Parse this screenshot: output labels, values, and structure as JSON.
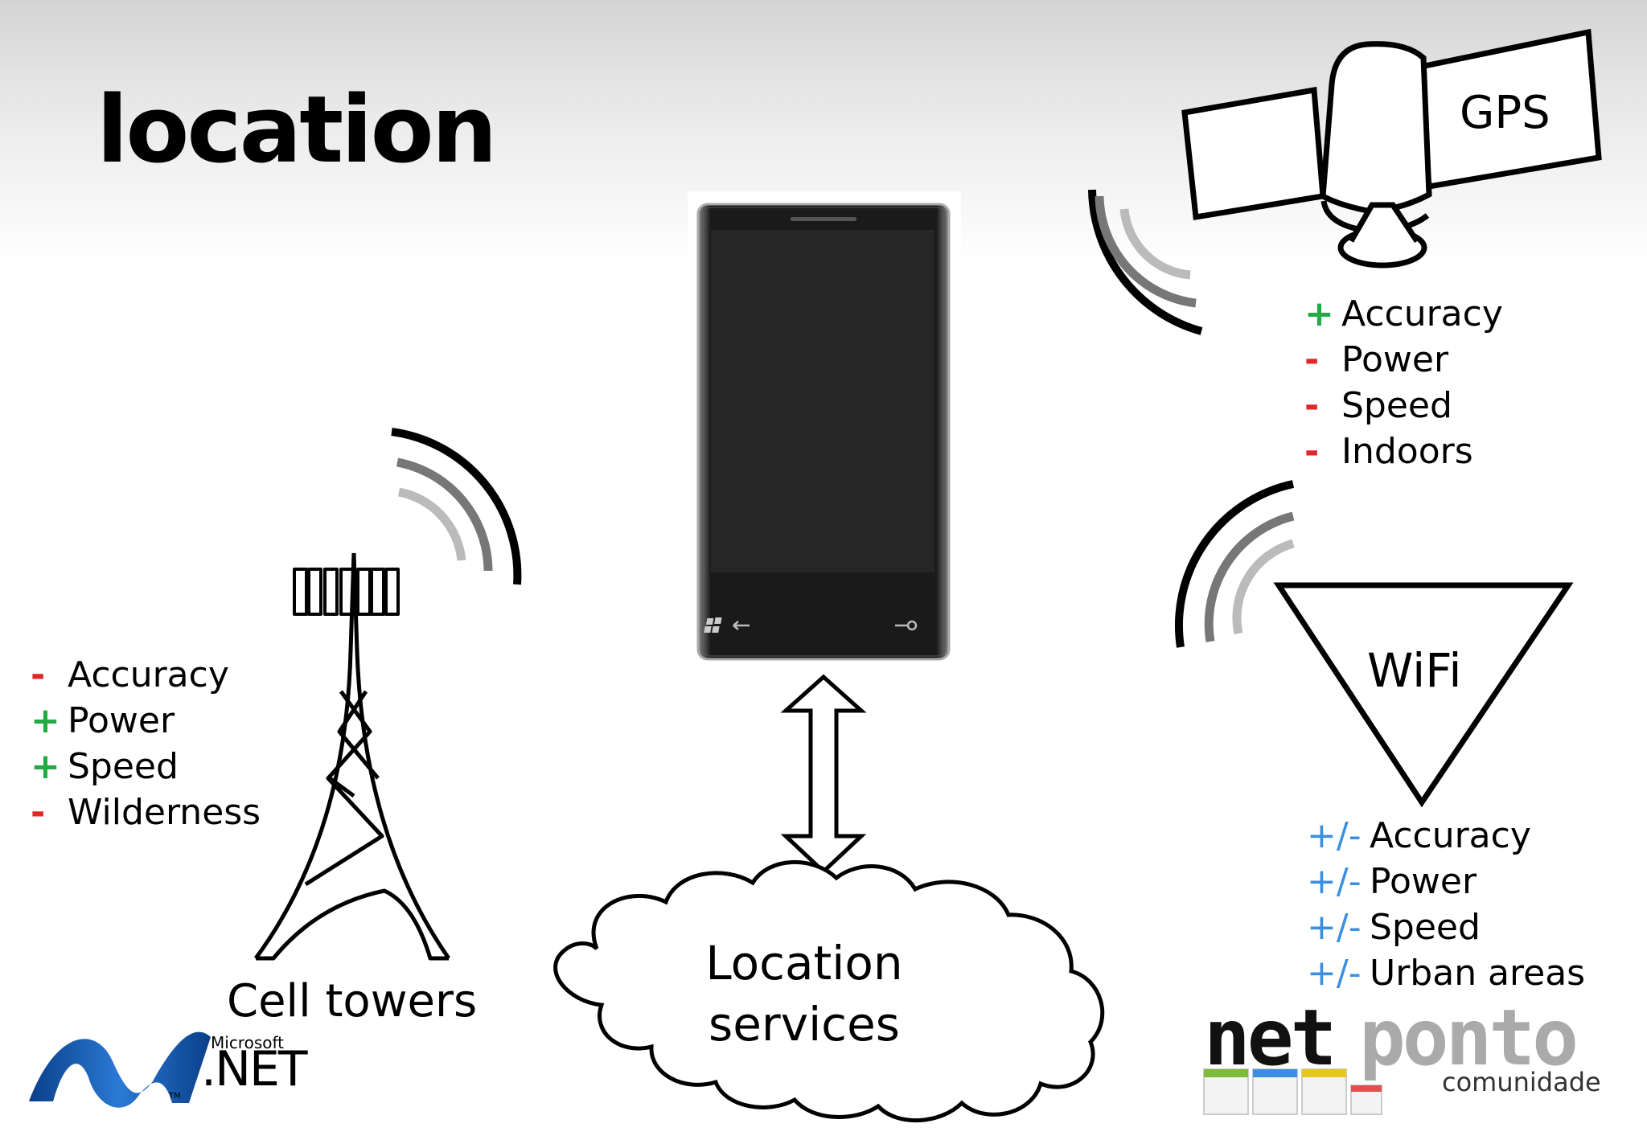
{
  "title": "location",
  "gps": {
    "label": "GPS",
    "items": [
      {
        "sym": "+",
        "kind": "plus",
        "label": "Accuracy"
      },
      {
        "sym": "-",
        "kind": "minus",
        "label": "Power"
      },
      {
        "sym": "-",
        "kind": "minus",
        "label": "Speed"
      },
      {
        "sym": "-",
        "kind": "minus",
        "label": "Indoors"
      }
    ]
  },
  "cell": {
    "label": "Cell towers",
    "items": [
      {
        "sym": "-",
        "kind": "minus",
        "label": "Accuracy"
      },
      {
        "sym": "+",
        "kind": "plus",
        "label": "Power"
      },
      {
        "sym": "+",
        "kind": "plus",
        "label": "Speed"
      },
      {
        "sym": "-",
        "kind": "minus",
        "label": "Wilderness"
      }
    ]
  },
  "wifi": {
    "label": "WiFi",
    "items": [
      {
        "sym": "+/-",
        "kind": "pm",
        "label": "Accuracy"
      },
      {
        "sym": "+/-",
        "kind": "pm",
        "label": "Power"
      },
      {
        "sym": "+/-",
        "kind": "pm",
        "label": "Speed"
      },
      {
        "sym": "+/-",
        "kind": "pm",
        "label": "Urban areas"
      }
    ]
  },
  "cloud": {
    "label": "Location services"
  },
  "logos": {
    "microsoft": "Microsoft",
    "microsoft_net": ".NET",
    "microsoft_tm": "TM",
    "netponto_net": "net",
    "netponto_ponto": "ponto",
    "netponto_sub": "comunidade"
  },
  "colors": {
    "plus": "#22aa44",
    "minus": "#e02828",
    "plus_minus": "#3a8fe0",
    "net_blue": "#1e5fb4"
  },
  "icons": [
    "satellite-icon",
    "cell-tower-icon",
    "wifi-router-icon",
    "cloud-icon",
    "phone-icon",
    "double-arrow-icon",
    "signal-waves-icon",
    "dotnet-logo-icon",
    "netponto-logo-icon"
  ]
}
